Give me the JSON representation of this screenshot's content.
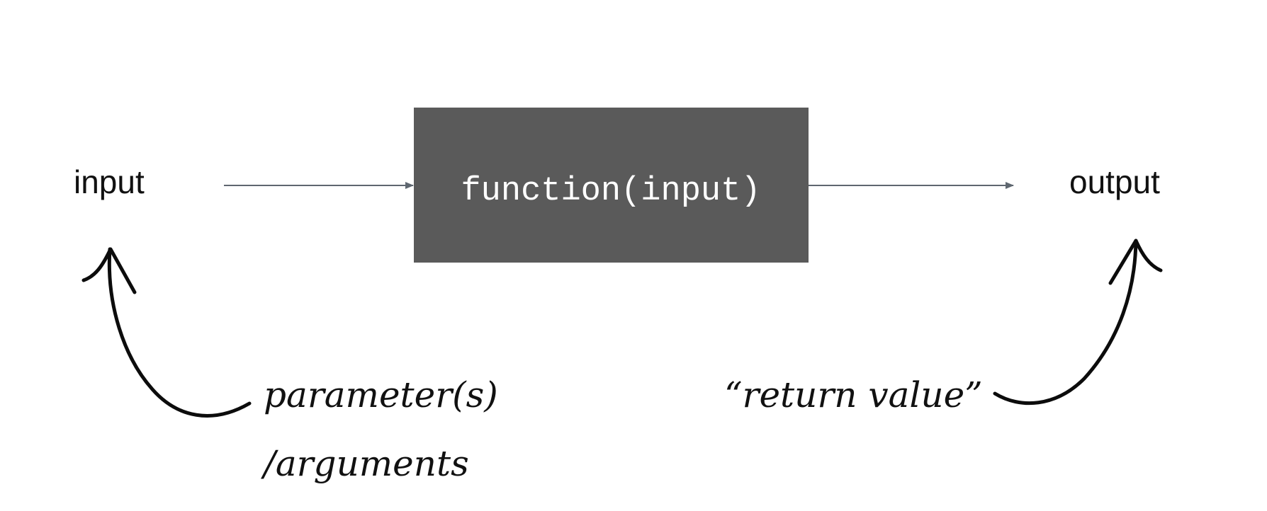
{
  "nodes": {
    "input_label": "input",
    "function_label": "function(input)",
    "output_label": "output"
  },
  "annotations": {
    "parameters_line1": "parameter(s)",
    "parameters_line2": "/arguments",
    "return_value": "“return value”"
  },
  "colors": {
    "box_fill": "#5a5a5a",
    "connector": "#5f6770",
    "ink": "#0c0c0c"
  }
}
